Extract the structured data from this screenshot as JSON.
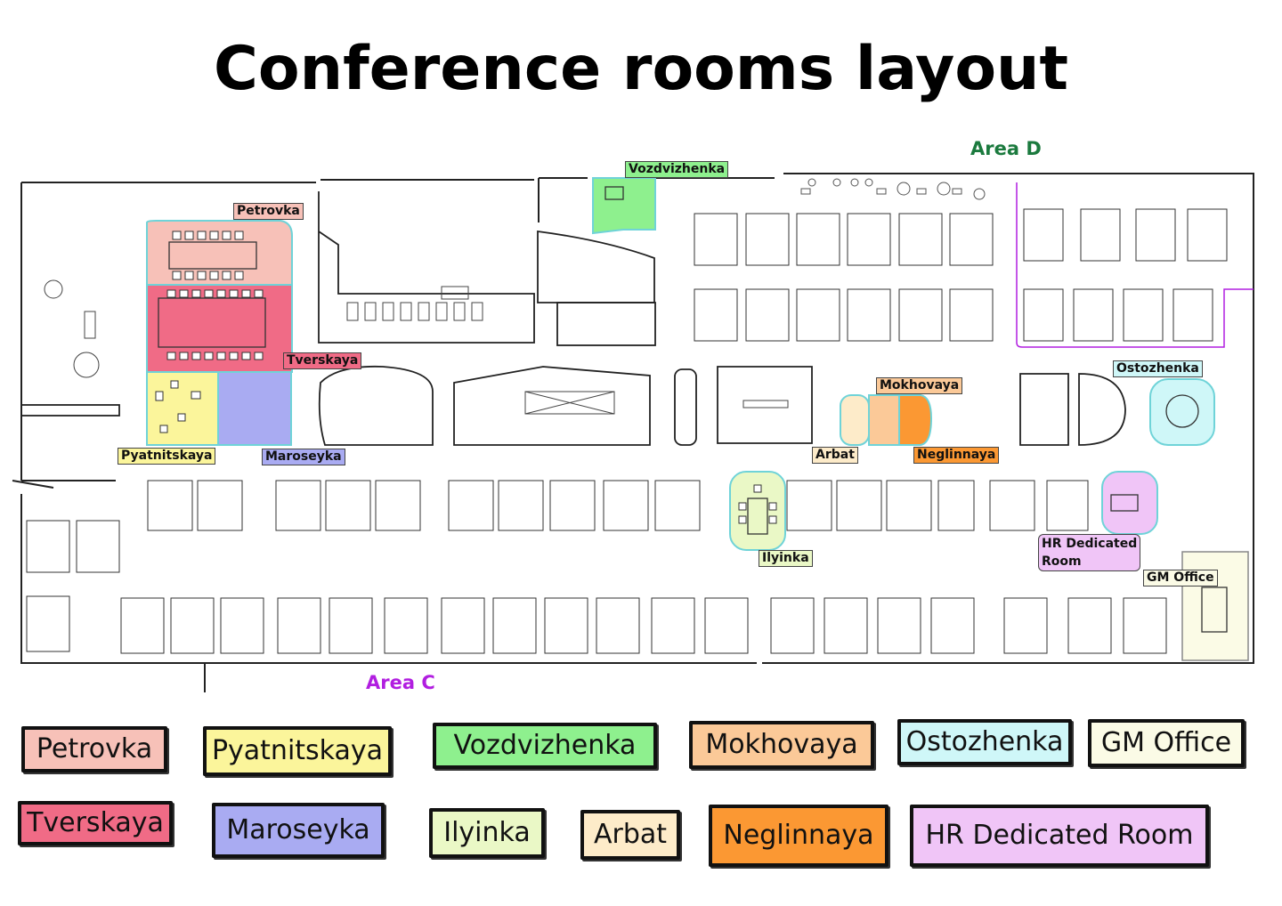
{
  "title": "Conference rooms layout",
  "areas": {
    "d": {
      "label": "Area D",
      "color": "#1b7a3e"
    },
    "c": {
      "label": "Area C",
      "color": "#b11ee0"
    }
  },
  "rooms": [
    {
      "id": "petrovka",
      "label": "Petrovka",
      "color": "#f7c1b8"
    },
    {
      "id": "tverskaya",
      "label": "Tverskaya",
      "color": "#f06b86"
    },
    {
      "id": "pyatnitskaya",
      "label": "Pyatnitskaya",
      "color": "#fbf59b"
    },
    {
      "id": "maroseyka",
      "label": "Maroseyka",
      "color": "#a9abf2"
    },
    {
      "id": "vozdvizhenka",
      "label": "Vozdvizhenka",
      "color": "#8ef08e"
    },
    {
      "id": "ilyinka",
      "label": "Ilyinka",
      "color": "#eaf8c6"
    },
    {
      "id": "mokhovaya",
      "label": "Mokhovaya",
      "color": "#fbc998"
    },
    {
      "id": "arbat",
      "label": "Arbat",
      "color": "#fdebc9"
    },
    {
      "id": "neglinnaya",
      "label": "Neglinnaya",
      "color": "#fb9833"
    },
    {
      "id": "ostozhenka",
      "label": "Ostozhenka",
      "color": "#cff7f8"
    },
    {
      "id": "gm_office",
      "label": "GM Office",
      "color": "#fbfbe6"
    },
    {
      "id": "hr_room",
      "label": "HR Dedicated Room",
      "map_label_line1": "HR Dedicated",
      "map_label_line2": "Room",
      "color": "#f0c5f7"
    }
  ]
}
